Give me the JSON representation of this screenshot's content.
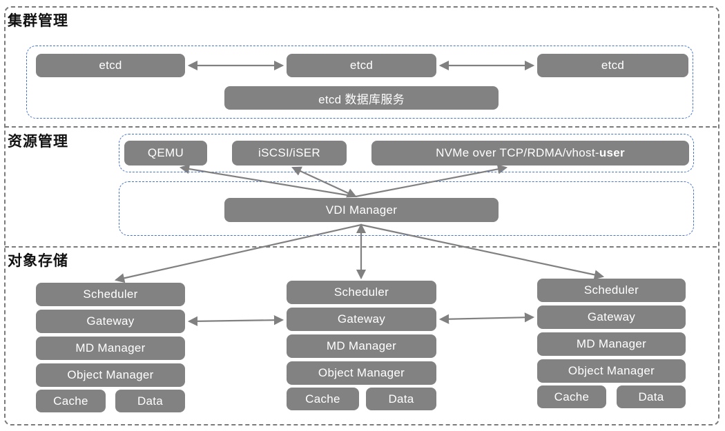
{
  "sections": {
    "cluster": {
      "title": "集群管理"
    },
    "resource": {
      "title": "资源管理"
    },
    "storage": {
      "title": "对象存储"
    }
  },
  "cluster": {
    "etcd_nodes": [
      "etcd",
      "etcd",
      "etcd"
    ],
    "service": "etcd 数据库服务"
  },
  "resource": {
    "qemu": "QEMU",
    "iscsi": "iSCSI/iSER",
    "nvme_prefix": "NVMe over TCP/RDMA/vhost-",
    "nvme_bold": "user",
    "vdi": "VDI Manager"
  },
  "storage": {
    "nodes": [
      {
        "rows": [
          "Scheduler",
          "Gateway",
          "MD Manager",
          "Object Manager"
        ],
        "cache": "Cache",
        "data": "Data"
      },
      {
        "rows": [
          "Scheduler",
          "Gateway",
          "MD Manager",
          "Object Manager"
        ],
        "cache": "Cache",
        "data": "Data"
      },
      {
        "rows": [
          "Scheduler",
          "Gateway",
          "MD Manager",
          "Object Manager"
        ],
        "cache": "Cache",
        "data": "Data"
      }
    ]
  },
  "colors": {
    "node_fill": "#828282",
    "node_text": "#ffffff",
    "outer_border": "#7a7a7a",
    "inner_border": "#4472c4",
    "arrow": "#808080",
    "title_text": "#111111"
  }
}
